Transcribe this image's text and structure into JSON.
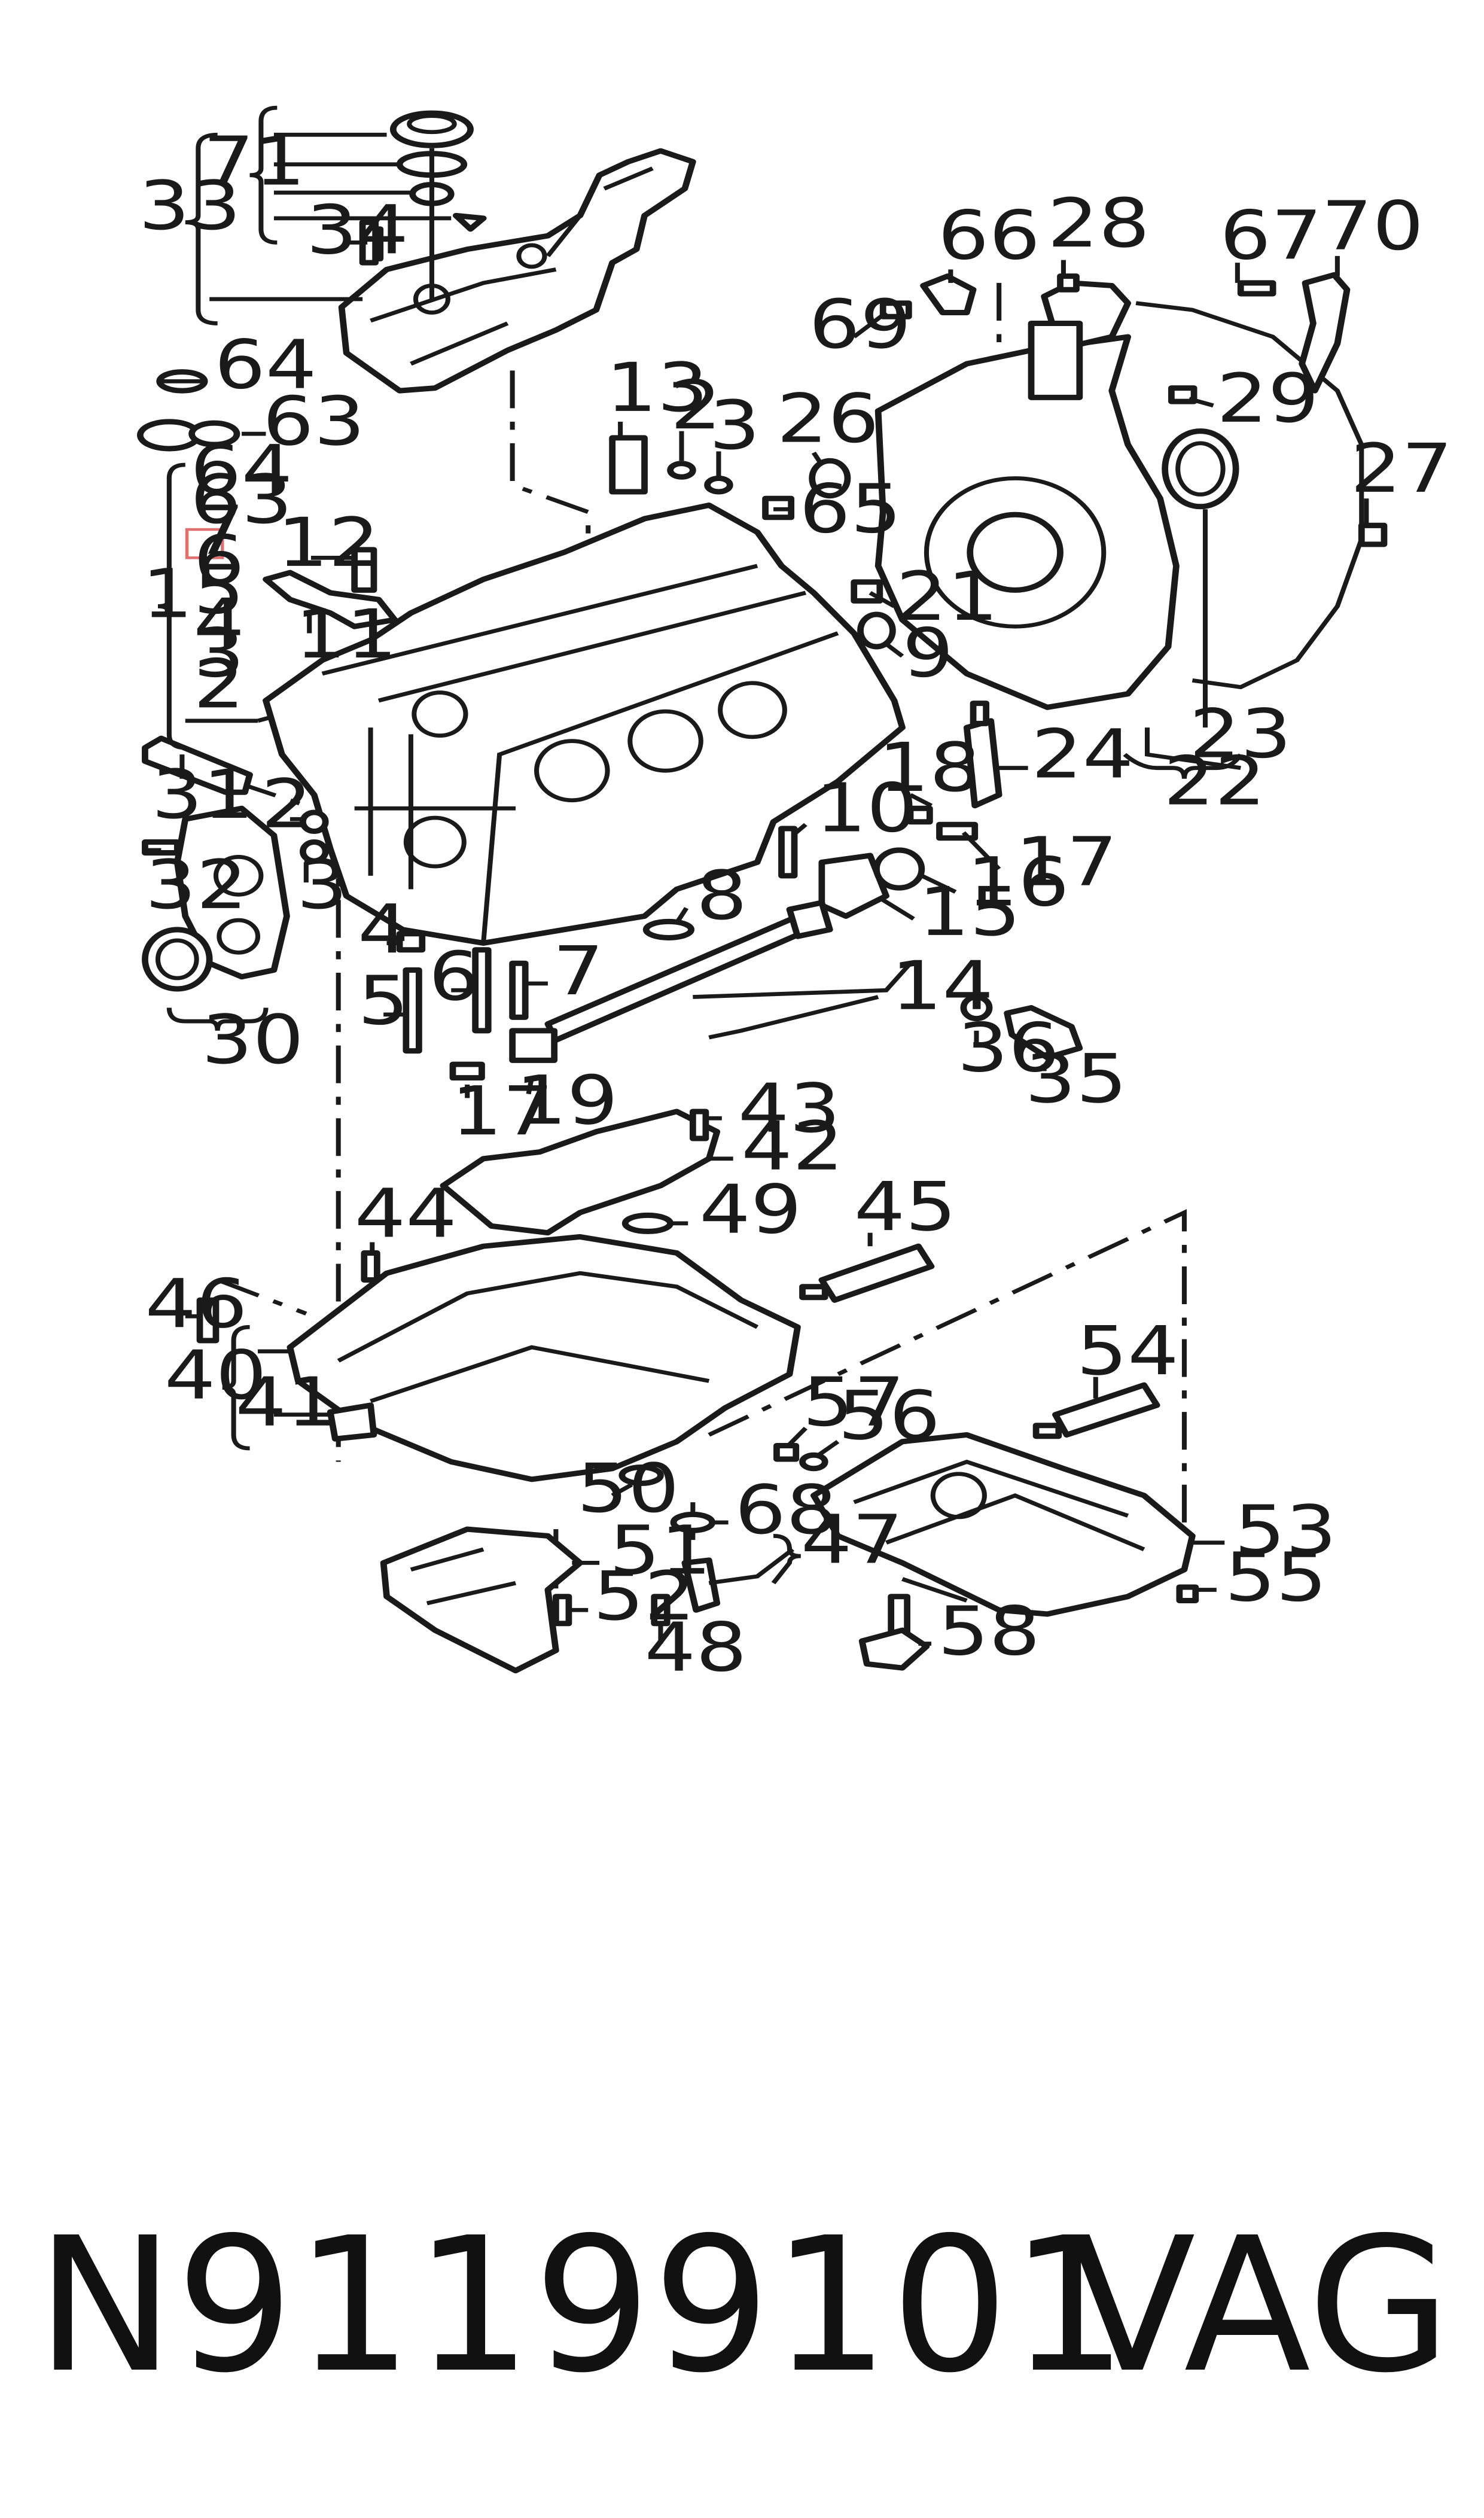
{
  "footer": {
    "part_number": "N91199101",
    "brand": "VAG"
  },
  "highlight_color": "#e07070",
  "labels": {
    "l71": "71",
    "l33": "33",
    "l34": "34",
    "l64a": "64",
    "l63a": "63",
    "l64b": "64",
    "l63b": "63",
    "l7hl": "7",
    "l6a": "6",
    "l5a": "5",
    "l4a": "4",
    "l3a": "3",
    "l2a": "2",
    "l1": "1",
    "l12": "12",
    "l11": "11",
    "l13": "13",
    "l2b": "2",
    "l3b": "3",
    "l26": "26",
    "l65": "65",
    "l21": "21",
    "l9": "9",
    "l66": "66",
    "l28": "28",
    "l67": "67",
    "l70": "70",
    "l69": "69",
    "l29": "29",
    "l27": "27",
    "l23": "23",
    "l22": "22",
    "l24": "24",
    "l31": "31",
    "l2c": "2",
    "l3c": "3",
    "l32": "32",
    "l30": "30",
    "l18": "18",
    "l10": "10",
    "l17a": "17",
    "l16": "16",
    "l15": "15",
    "l8": "8",
    "l14": "14",
    "l4b": "4",
    "l6b": "6",
    "l7b": "7",
    "l5b": "5",
    "l17b": "17",
    "l19": "19",
    "l36": "36",
    "l35": "35",
    "l43": "43",
    "l42": "42",
    "l49": "49",
    "l45": "45",
    "l44": "44",
    "l46": "46",
    "l40": "40",
    "l41": "41",
    "l54": "54",
    "l57": "57",
    "l56": "56",
    "l53": "53",
    "l55": "55",
    "l50": "50",
    "l68": "68",
    "l47": "47",
    "l51": "51",
    "l52": "52",
    "l48": "48",
    "l58": "58"
  }
}
